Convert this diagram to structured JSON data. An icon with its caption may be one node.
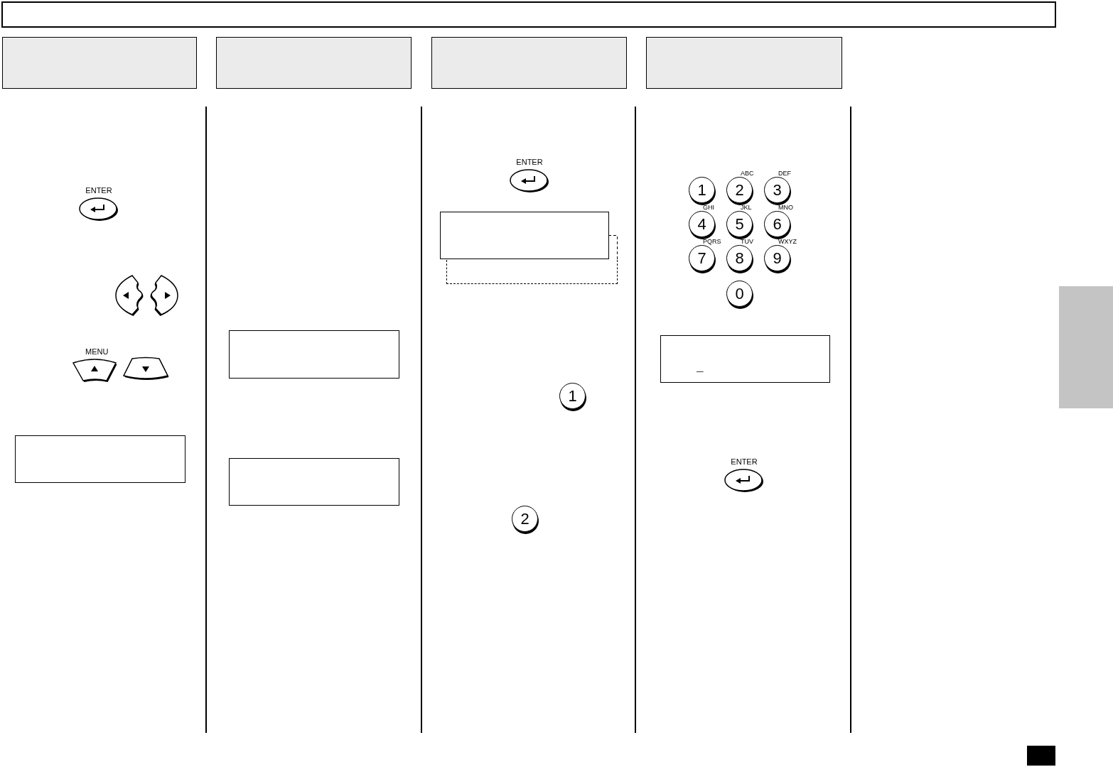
{
  "diagram": {
    "nodes": [
      {
        "text": [],
        "shape": "box"
      },
      {
        "text": [],
        "shape": "box"
      },
      {
        "text": [],
        "shape": "box"
      },
      {
        "text": [],
        "shape": "box"
      },
      {
        "text": [],
        "shape": "box"
      },
      {
        "text": [
          "ENTER"
        ]
      },
      {
        "text": [],
        "shape": "button"
      },
      {
        "text": [],
        "shape": "button"
      },
      {
        "text": [
          "MENU"
        ]
      },
      {
        "text": [],
        "shape": "button"
      },
      {
        "text": [],
        "shape": "box"
      },
      {
        "text": [],
        "shape": "box"
      },
      {
        "text": [],
        "shape": "box"
      },
      {
        "text": [
          "ENTER"
        ]
      },
      {
        "text": [],
        "shape": "box"
      },
      {
        "text": [],
        "shape": "box"
      },
      {
        "text": [
          "1"
        ]
      },
      {
        "text": [
          "2"
        ]
      },
      {
        "text": [
          "1"
        ]
      },
      {
        "text": [
          "ABC",
          "2"
        ]
      },
      {
        "text": [
          "DEF",
          "3"
        ]
      },
      {
        "text": [
          "GHI",
          "4"
        ]
      },
      {
        "text": [
          "JKL",
          "5"
        ]
      },
      {
        "text": [
          "MNO",
          "6"
        ]
      },
      {
        "text": [
          "PQRS",
          "7"
        ]
      },
      {
        "text": [
          "TUV",
          "8"
        ]
      },
      {
        "text": [
          "WXYZ",
          "9"
        ]
      },
      {
        "text": [
          "0"
        ]
      },
      {
        "text": [
          "_"
        ]
      },
      {
        "text": [
          "ENTER"
        ]
      },
      {
        "text": [],
        "shape": "box"
      },
      {
        "text": [],
        "shape": "box"
      }
    ]
  }
}
